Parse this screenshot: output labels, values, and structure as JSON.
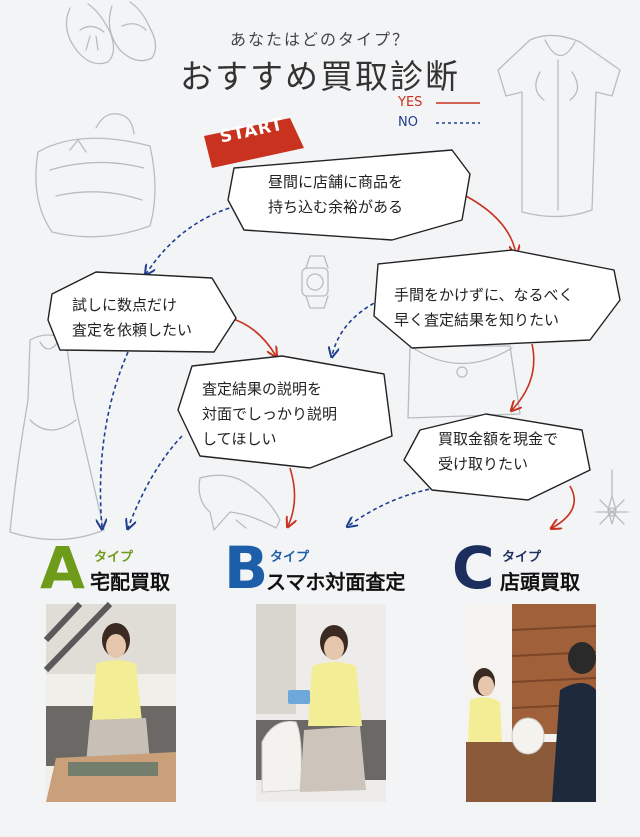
{
  "header": {
    "subtitle": "あなたはどのタイプ？",
    "title": "おすすめ買取診断"
  },
  "legend": {
    "yes_label": "YES",
    "no_label": "NO",
    "yes_color": "#c8321e",
    "no_color": "#1f3f8f"
  },
  "start_label": "START",
  "questions": [
    {
      "text": "昼間に店舗に商品を\n持ち込む余裕がある"
    },
    {
      "text": "試しに数点だけ\n査定を依頼したい"
    },
    {
      "text": "手間をかけずに、なるべく\n早く査定結果を知りたい"
    },
    {
      "text": "査定結果の説明を\n対面でしっかり説明\nしてほしい"
    },
    {
      "text": "買取金額を現金で\n受け取りたい"
    }
  ],
  "results": [
    {
      "letter": "A",
      "tag": "タイプ",
      "name": "宅配買取",
      "color": "#6e9c1a"
    },
    {
      "letter": "B",
      "tag": "タイプ",
      "name": "スマホ対面査定",
      "color": "#1d5ea8"
    },
    {
      "letter": "C",
      "tag": "タイプ",
      "name": "店頭買取",
      "color": "#1c2e5e"
    }
  ],
  "icons": {
    "decoration": [
      "loafers-icon",
      "handbag-icon",
      "blouse-icon",
      "wristwatch-icon",
      "dress-icon",
      "high-heel-icon",
      "clutch-icon",
      "earring-icon"
    ]
  }
}
